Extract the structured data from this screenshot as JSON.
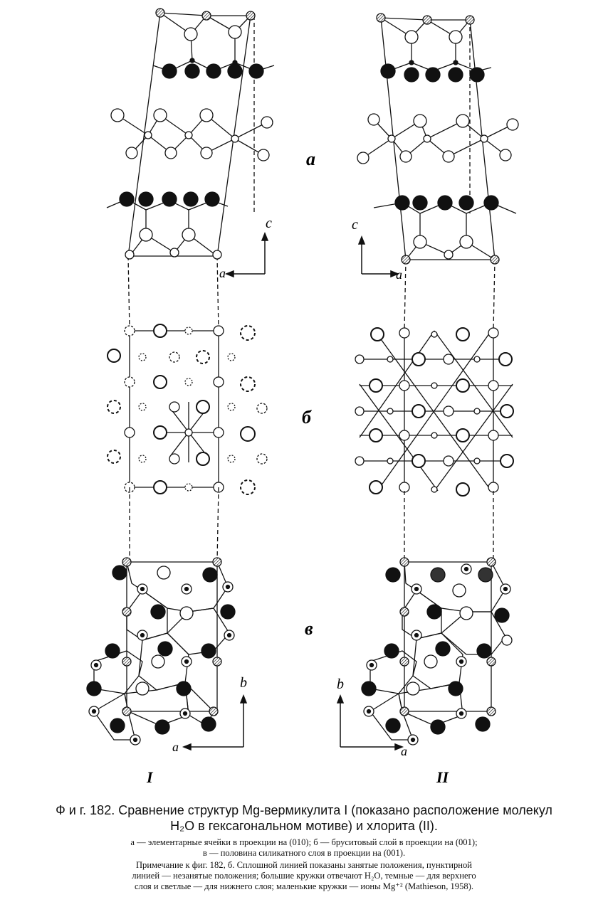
{
  "figure": {
    "section_labels": {
      "a": "а",
      "b": "б",
      "c": "в"
    },
    "axis_labels": {
      "c": "c",
      "a": "a",
      "b": "b"
    },
    "panel_labels": {
      "left": "I",
      "right": "II"
    }
  },
  "caption": {
    "title_line1": "Ф и г. 182. Сравнение структур Mg-вермикулита I (показано расположение молекул",
    "title_line2": "H₂O в гексагональном мотиве) и хлорита (II).",
    "legend_line1": "а — элементарные ячейки в проекции на (010); б — бруситовый слой в проекции на (001);",
    "legend_line2": "в — половина силикатного слоя в проекции на (001).",
    "note_line1": "Примечание к фиг. 182, б. Сплошной линией показаны занятые положения, пунктирной",
    "note_line2": "линией — незанятые положения; большие кружки отвечают H₂O, темные — для верхнего",
    "note_line3": "слоя и светлые — для нижнего слоя; маленькие кружки — ионы Mg⁺² (Mathieson, 1958)."
  }
}
